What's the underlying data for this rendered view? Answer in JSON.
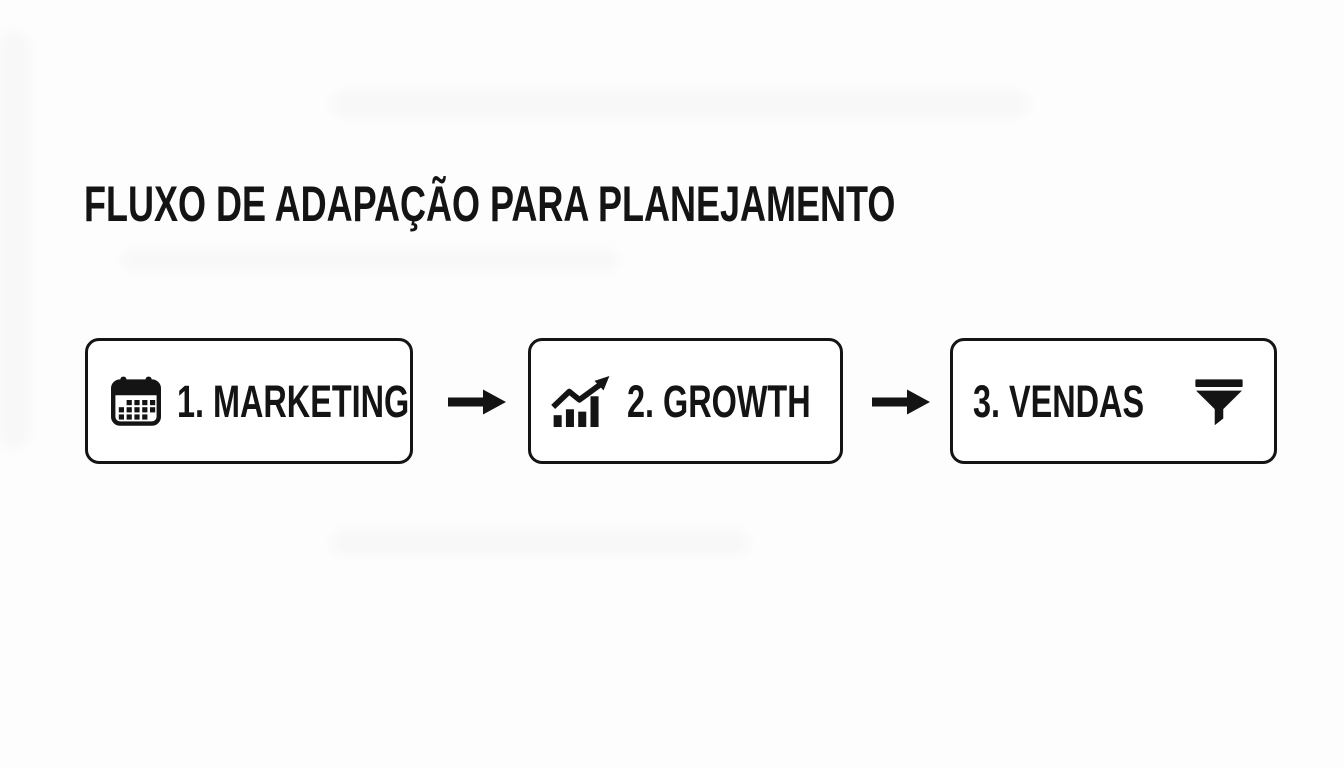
{
  "page": {
    "title": "FLUXO DE ADAPAÇÃO PARA PLANEJAMENTO"
  },
  "flow": {
    "steps": [
      {
        "label": "1. MARKETING",
        "icon": "calendar-icon",
        "icon_position": "left"
      },
      {
        "label": "2. GROWTH",
        "icon": "growth-chart-icon",
        "icon_position": "left"
      },
      {
        "label": "3. VENDAS",
        "icon": "funnel-icon",
        "icon_position": "right"
      }
    ],
    "connectors": [
      {
        "type": "arrow-right",
        "from": "1. MARKETING",
        "to": "2. GROWTH"
      },
      {
        "type": "arrow-right",
        "from": "2. GROWTH",
        "to": "3. VENDAS"
      }
    ]
  },
  "colors": {
    "ink": "#141414",
    "background": "#fdfdfd",
    "box_border": "#141414",
    "box_fill": "#ffffff"
  }
}
